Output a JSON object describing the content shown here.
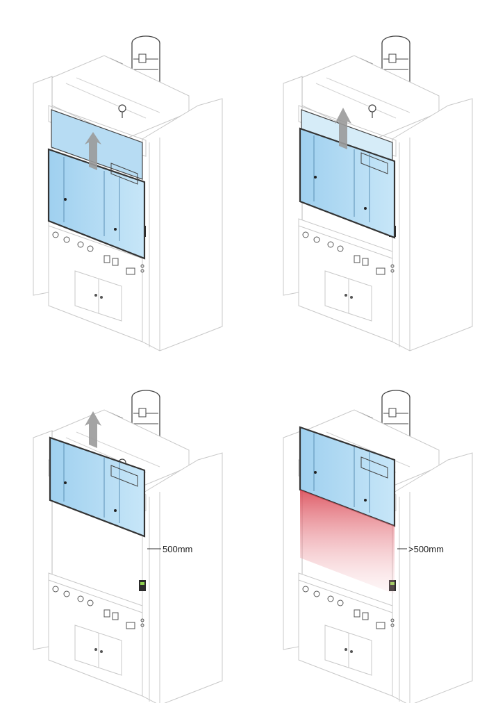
{
  "figure": {
    "panels": [
      {
        "id": "panel-1",
        "sash_state": "lowered",
        "height_label": ""
      },
      {
        "id": "panel-2",
        "sash_state": "raised-with-arrow",
        "height_label": ""
      },
      {
        "id": "panel-3",
        "sash_state": "raised-to-limit",
        "height_label": "500mm"
      },
      {
        "id": "panel-4",
        "sash_state": "raised-over-limit",
        "height_label": ">500mm"
      }
    ],
    "colors": {
      "line": "#3a3a3a",
      "light_line": "#bdbdbd",
      "glass": "#a9d6f2",
      "glass_dark": "#7fbfe6",
      "arrow": "#9a9a9a",
      "danger": "#e0707a"
    }
  }
}
